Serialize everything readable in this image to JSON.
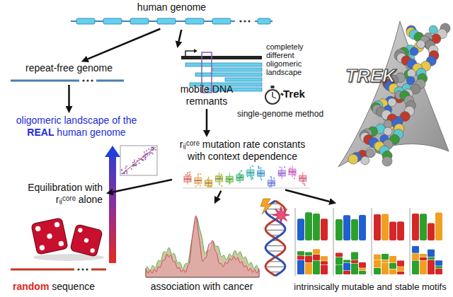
{
  "diagram": {
    "nodes": [
      {
        "text": [
          "human genome"
        ]
      },
      {
        "text": [
          "repeat-free genome"
        ]
      },
      {
        "text": [
          "mobile DNA remnants"
        ]
      },
      {
        "text": [
          "oligomeric landscape of the REAL human genome"
        ]
      },
      {
        "text": [
          "rᵢⱼᶜᵒʳᵉ mutation rate constants with context dependence"
        ]
      },
      {
        "text": [
          "Equilibration with rᵢⱼᶜᵒʳᵉ alone"
        ]
      },
      {
        "text": [
          "random sequence"
        ]
      },
      {
        "text": [
          "association with cancer"
        ]
      },
      {
        "text": [
          "intrinsically mutable and stable motifs"
        ]
      }
    ],
    "edges": [
      {
        "from": 0,
        "to": 1,
        "arrow": "to"
      },
      {
        "from": 0,
        "to": 2,
        "arrow": "to"
      },
      {
        "from": 1,
        "to": 3,
        "arrow": "to"
      },
      {
        "from": 2,
        "to": 4,
        "arrow": "to"
      },
      {
        "from": 6,
        "to": 3,
        "arrow": "to"
      },
      {
        "from": 4,
        "to": 5,
        "arrow": "to"
      },
      {
        "from": 4,
        "to": 7,
        "arrow": "to"
      },
      {
        "from": 4,
        "to": 8,
        "arrow": "to"
      }
    ],
    "labels": [
      "completely different oligomeric landscape",
      "Trek",
      "single-genome method",
      "TREK"
    ]
  }
}
